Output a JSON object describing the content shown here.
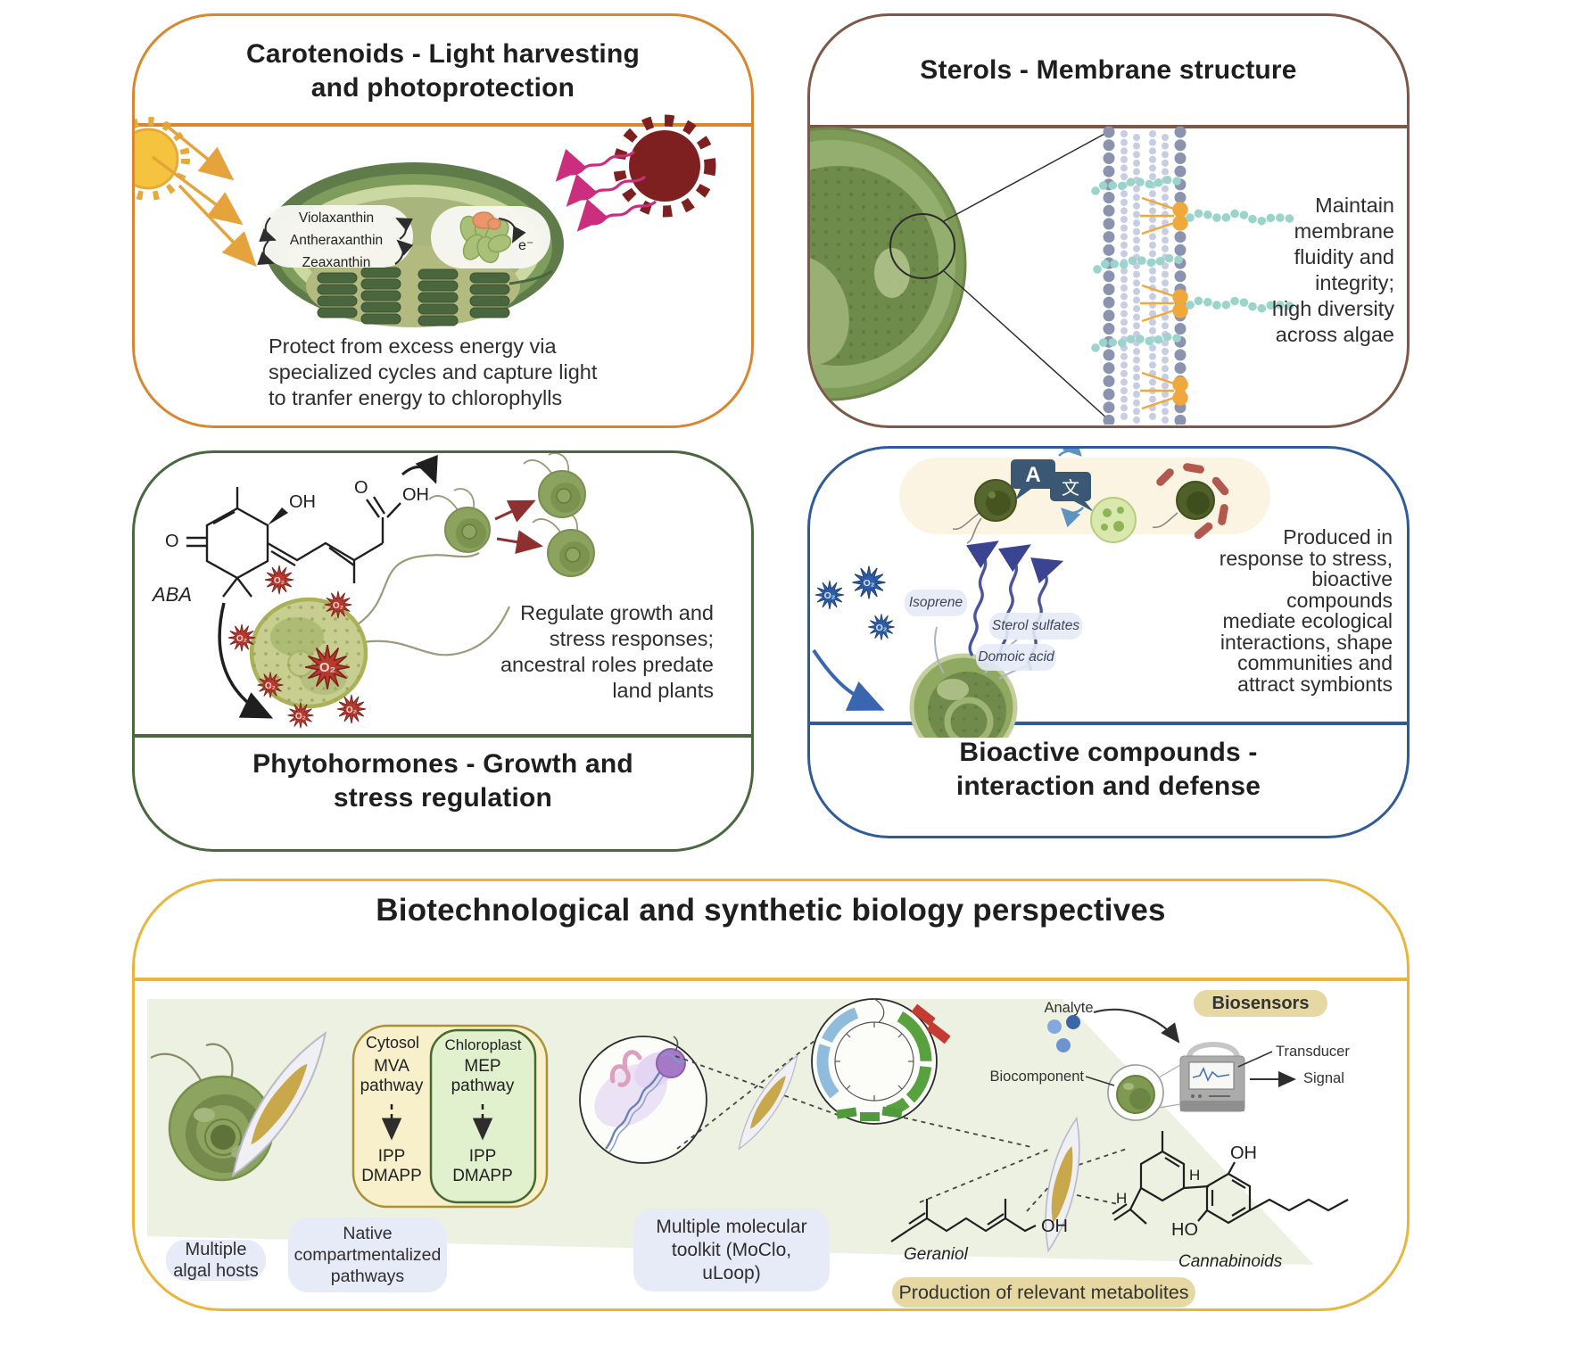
{
  "palette": {
    "carotenoids_border": "#D9862F",
    "sterols_border": "#7D5848",
    "phytohormones_border": "#4A6840",
    "bioactive_border": "#2F5B98",
    "biotech_border": "#E9B53D",
    "badge_tan": "#E6D8A2",
    "label_pill_blue": "#E7EBF8",
    "band_green": "#EDF1E2"
  },
  "carotenoids": {
    "title": "Carotenoids - Light harvesting\nand photoprotection",
    "cycle": {
      "violaxanthin": "Violaxanthin",
      "antheraxanthin": "Antheraxanthin",
      "zeaxanthin": "Zeaxanthin"
    },
    "electron": "e⁻",
    "body": "Protect from excess energy via\nspecialized cycles and capture light\nto tranfer energy to chlorophylls"
  },
  "sterols": {
    "title": "Sterols - Membrane structure",
    "body": "Maintain\nmembrane\nfluidity and\nintegrity;\nhigh diversity\nacross algae"
  },
  "phytohormones": {
    "title": "Phytohormones - Growth and\nstress regulation",
    "molecule": "ABA",
    "atoms": {
      "ketone_o": "O",
      "hydroxyl": "OH",
      "acid_o": "O",
      "acid_oh": "OH"
    },
    "ros": "O₂",
    "body": "Regulate growth and\nstress responses;\nancestral roles predate\nland plants"
  },
  "bioactive": {
    "title": "Bioactive compounds -\ninteraction and defense",
    "bubble_a": "A",
    "bubble_b": "文",
    "ros": "O₂",
    "compounds": {
      "isoprene": "Isoprene",
      "sterol_sulfates": "Sterol sulfates",
      "domoic_acid": "Domoic acid"
    },
    "body": "Produced in\nresponse to stress,\nbioactive\ncompounds\nmediate ecological\ninteractions, shape\ncommunities and\nattract symbionts"
  },
  "biotech": {
    "title": "Biotechnological and synthetic biology perspectives",
    "hosts_label": "Multiple\nalgal hosts",
    "compartments": {
      "cytosol": "Cytosol",
      "mva": "MVA\npathway",
      "chloroplast": "Chloroplast",
      "mep": "MEP\npathway",
      "ipp_dmapp": "IPP\nDMAPP",
      "label": "Native\ncompartmentalized\npathways"
    },
    "toolkit_label": "Multiple molecular\ntoolkit (MoClo,\nuLoop)",
    "biosensors": {
      "badge": "Biosensors",
      "analyte": "Analyte",
      "biocomponent": "Biocomponent",
      "transducer": "Transducer",
      "signal": "Signal"
    },
    "metabolites": {
      "geraniol": "Geraniol",
      "geraniol_oh": "OH",
      "cannabinoids": "Cannabinoids",
      "h_right": "H",
      "oh_top": "OH",
      "h_left": "H",
      "ho_bottom": "HO",
      "badge": "Production of relevant metabolites"
    }
  }
}
